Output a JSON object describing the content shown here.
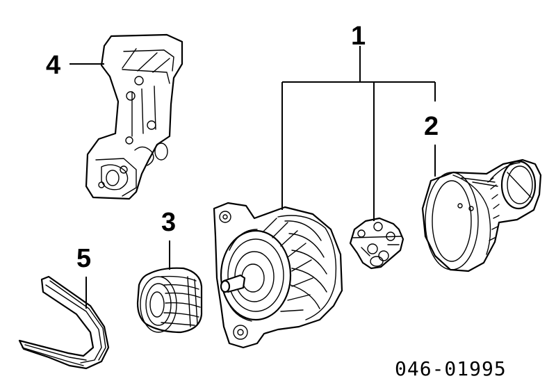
{
  "callouts": {
    "c1": "1",
    "c2": "2",
    "c3": "3",
    "c4": "4",
    "c5": "5"
  },
  "reference_number": "046-01995",
  "parts": [
    {
      "callout": "1",
      "icon": "alternator-icon"
    },
    {
      "callout": "2",
      "icon": "rear-cover-icon"
    },
    {
      "callout": "3",
      "icon": "pulley-icon"
    },
    {
      "callout": "4",
      "icon": "mounting-bracket-icon"
    },
    {
      "callout": "5",
      "icon": "v-belt-icon"
    }
  ],
  "colors": {
    "line": "#000000",
    "background": "#ffffff"
  }
}
